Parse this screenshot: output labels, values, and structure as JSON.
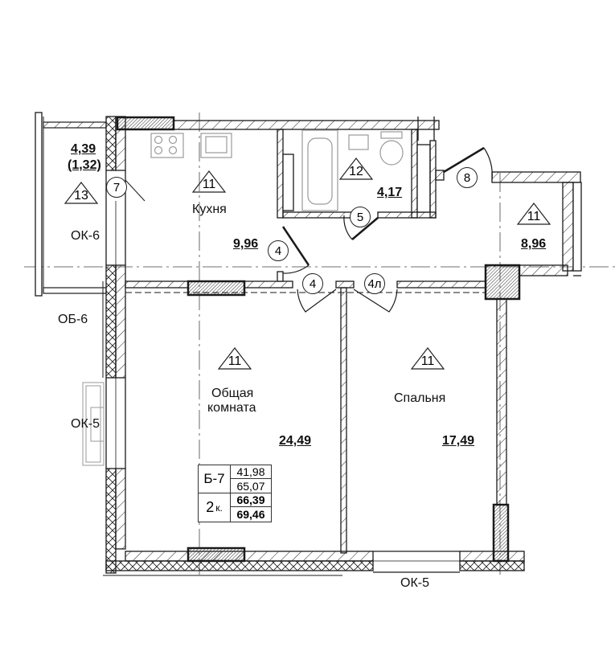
{
  "plan": {
    "apartment_code": "Б-7",
    "rooms_count_label": "2к.",
    "rooms_count_number": "2",
    "rooms_count_suffix": "к.",
    "areas_summary": [
      "41,98",
      "65,07",
      "66,39",
      "69,46"
    ]
  },
  "rooms": [
    {
      "id": "kitchen",
      "name": "Кухня",
      "area": "9,96",
      "finish_mark": "11"
    },
    {
      "id": "living",
      "name_line1": "Общая",
      "name_line2": "комната",
      "area": "24,49",
      "finish_mark": "11"
    },
    {
      "id": "bedroom",
      "name": "Спальня",
      "area": "17,49",
      "finish_mark": "11"
    },
    {
      "id": "bathroom",
      "area": "4,17",
      "finish_mark": "12"
    },
    {
      "id": "hall",
      "area": "8,96",
      "finish_mark": "11"
    },
    {
      "id": "loggia",
      "area": "4,39",
      "area_reduced": "(1,32)",
      "finish_mark": "13"
    }
  ],
  "doors": [
    "7",
    "4",
    "5",
    "4",
    "4л",
    "8"
  ],
  "window_marks": {
    "loggia_window": "ОК-6",
    "balcony_door": "ОБ-6",
    "living_window": "ОК-5",
    "bedroom_window": "ОК-5"
  },
  "colors": {
    "line": "#1a1a1a",
    "fixture": "#9a9a9a",
    "hatch_fill": "#bfbfbf"
  }
}
